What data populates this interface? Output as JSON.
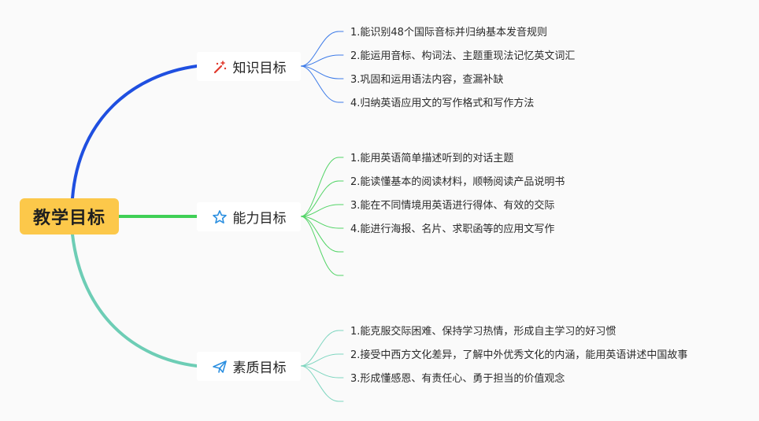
{
  "root": {
    "label": "教学目标"
  },
  "branches": [
    {
      "label": "知识目标",
      "icon": "magic-wand-icon",
      "color": "#1f4fe0",
      "leaf_color": "#3d7be8",
      "items": [
        "1.能识别48个国际音标并归纳基本发音规则",
        "2.能运用音标、构词法、主题重现法记忆英文词汇",
        "3.巩固和运用语法内容，查漏补缺",
        "4.归纳英语应用文的写作格式和写作方法"
      ]
    },
    {
      "label": "能力目标",
      "icon": "star-icon",
      "color": "#3fcf55",
      "leaf_color": "#52d466",
      "items": [
        "1.能用英语简单描述听到的对话主题",
        "2.能读懂基本的阅读材料，顺畅阅读产品说明书",
        "3.能在不同情境用英语进行得体、有效的交际",
        "4.能进行海报、名片、求职函等的应用文写作",
        "",
        ""
      ]
    },
    {
      "label": "素质目标",
      "icon": "paper-plane-icon",
      "color": "#6dcdb5",
      "leaf_color": "#7fd6c0",
      "items": [
        "1.能克服交际困难、保持学习热情，形成自主学习的好习惯",
        "2.接受中西方文化差异，了解中外优秀文化的内涵，能用英语讲述中国故事",
        "3.形成懂感恩、有责任心、勇于担当的价值观念",
        ""
      ]
    }
  ]
}
